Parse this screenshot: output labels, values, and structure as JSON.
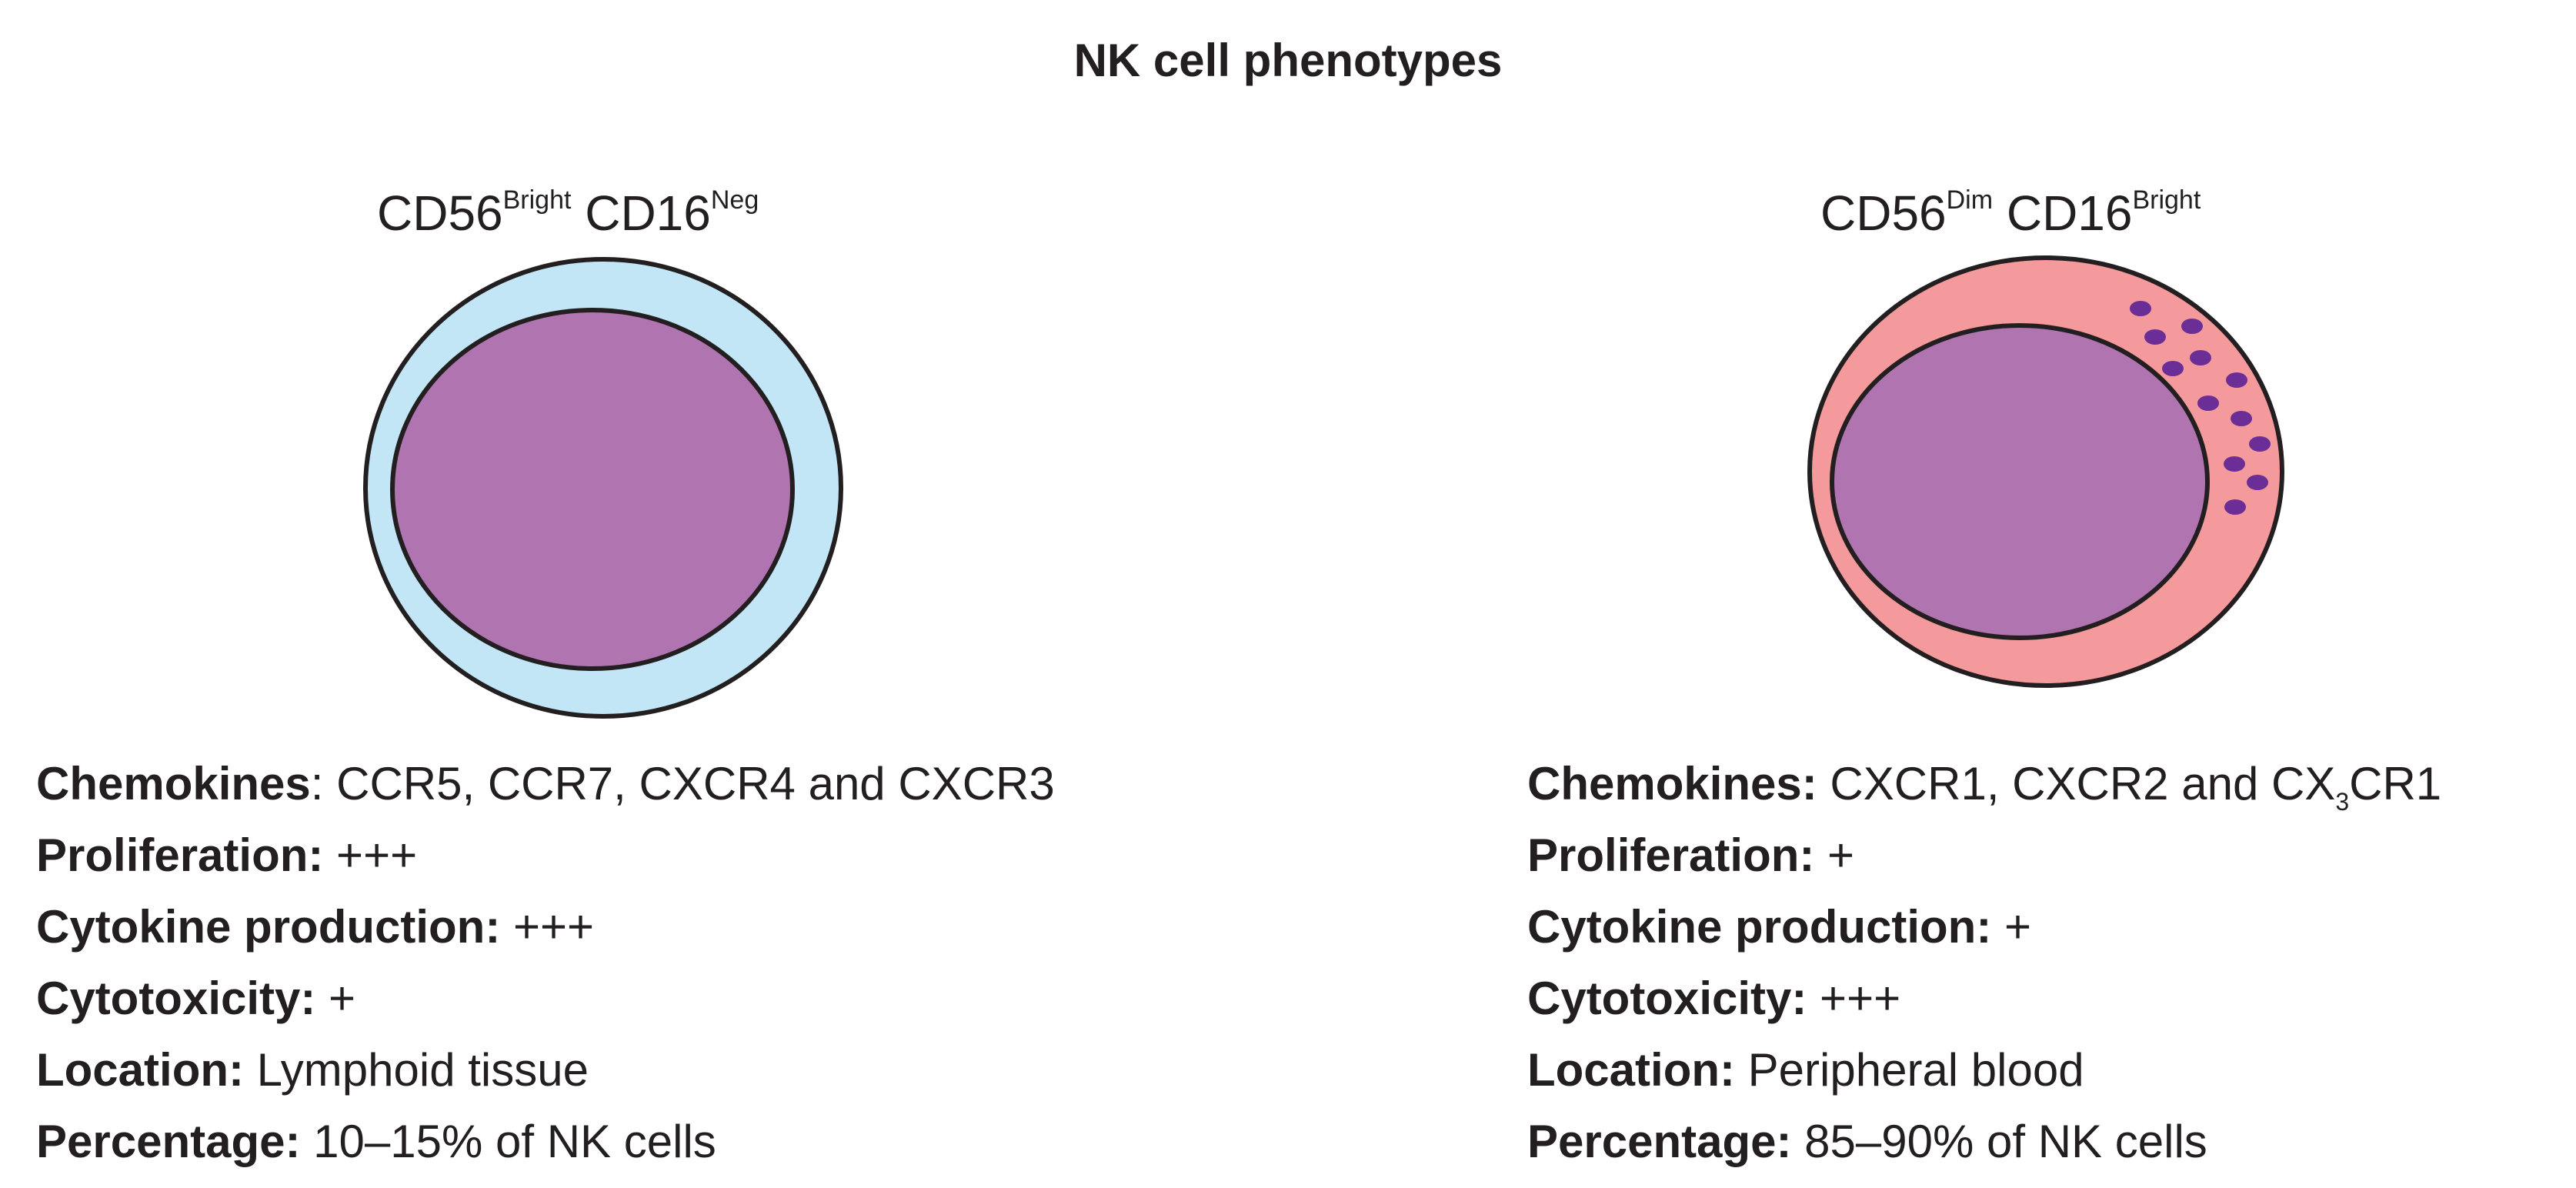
{
  "title": "NK cell phenotypes",
  "colors": {
    "bright_cytoplasm": "#c3e6f7",
    "dim_cytoplasm": "#f4999c",
    "nucleus": "#b074b0",
    "granules": "#6a2e96",
    "outline": "#231f20"
  },
  "left": {
    "marker1": "CD56",
    "marker1_sup": "Bright",
    "marker2": "CD16",
    "marker2_sup": "Neg",
    "chemokines_label": "Chemokines",
    "chemokines_value": ": CCR5, CCR7, CXCR4 and CXCR3",
    "proliferation_label": "Proliferation:",
    "proliferation_value": " +++",
    "cytokine_label": "Cytokine production:",
    "cytokine_value": " +++",
    "cytotoxicity_label": "Cytotoxicity:",
    "cytotoxicity_value": " +",
    "location_label": "Location:",
    "location_value": " Lymphoid tissue",
    "percentage_label": "Percentage:",
    "percentage_value": " 10–15% of NK cells"
  },
  "right": {
    "marker1": "CD56",
    "marker1_sup": "Dim",
    "marker2": "CD16",
    "marker2_sup": "Bright",
    "chemokines_label": "Chemokines:",
    "chemokines_value_a": " CXCR1, CXCR2 and CX",
    "chemokines_sub": "3",
    "chemokines_value_b": "CR1",
    "proliferation_label": "Proliferation:",
    "proliferation_value": " +",
    "cytokine_label": "Cytokine production:",
    "cytokine_value": " +",
    "cytotoxicity_label": "Cytotoxicity:",
    "cytotoxicity_value": " +++",
    "location_label": "Location:",
    "location_value": " Peripheral blood",
    "percentage_label": "Percentage:",
    "percentage_value": " 85–90% of NK cells"
  }
}
